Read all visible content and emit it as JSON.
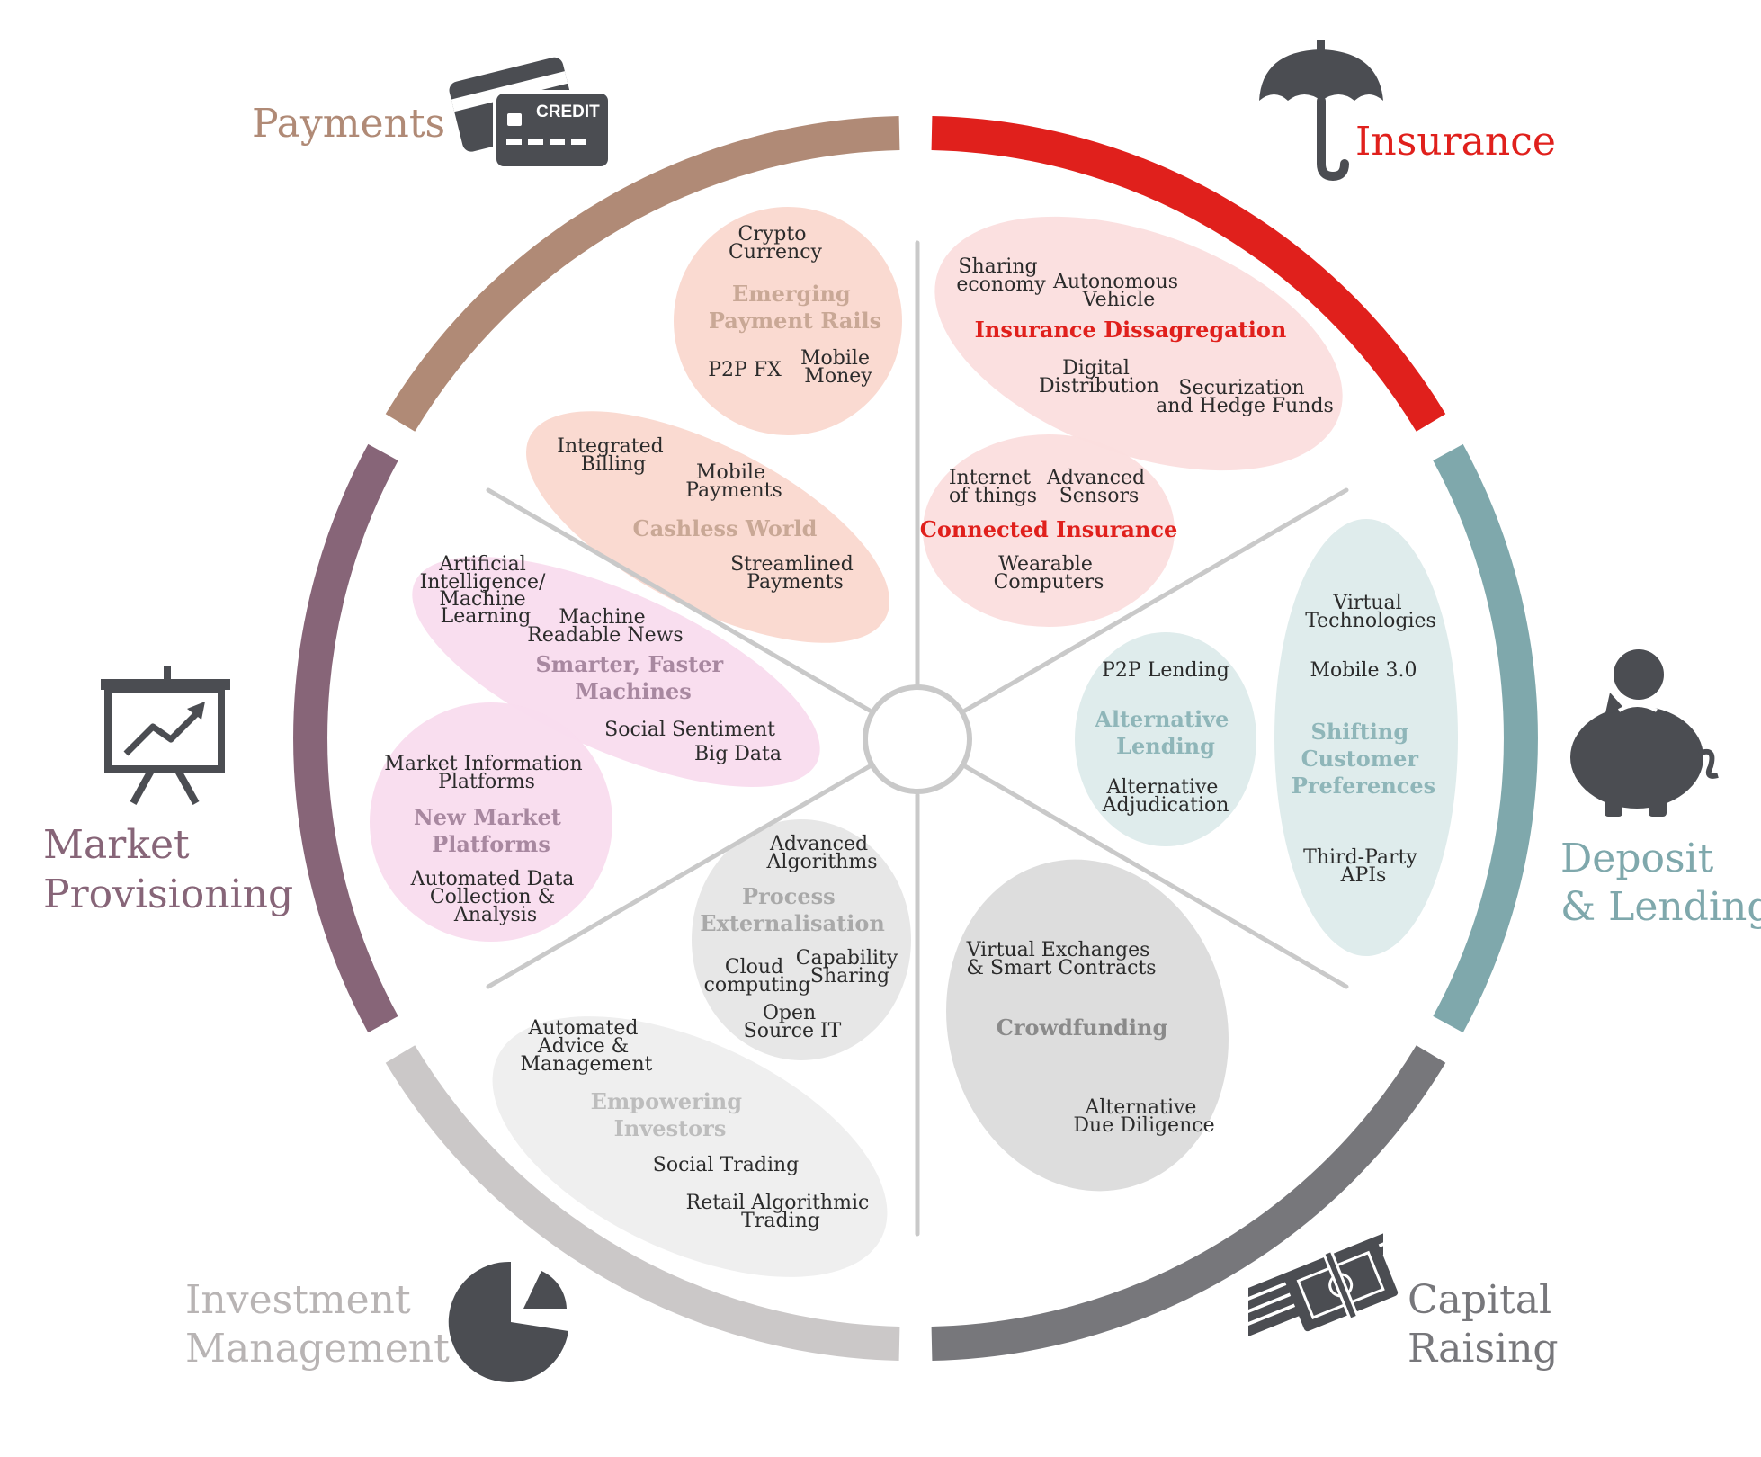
{
  "colors": {
    "payments": "#b08a76",
    "insurance": "#e0201c",
    "deposit_lending": "#7fa8ac",
    "capital_raising": "#77777b",
    "investment_management": "#cbc8c8",
    "market_provisioning": "#876578",
    "icon": "#4b4d52",
    "spoke": "#c9c9c9"
  },
  "sectors": {
    "payments": {
      "title": "Payments",
      "card_label": "CREDIT"
    },
    "insurance": {
      "title": "Insurance"
    },
    "deposit_lending": {
      "title_line1": "Deposit",
      "title_line2": "& Lending"
    },
    "capital_raising": {
      "title_line1": "Capital",
      "title_line2": "Raising"
    },
    "investment_management": {
      "title_line1": "Investment",
      "title_line2": "Management"
    },
    "market_provisioning": {
      "title_line1": "Market",
      "title_line2": "Provisioning"
    }
  },
  "groups": {
    "emerging_payment_rails": {
      "title_line1": "Emerging",
      "title_line2": "Payment Rails",
      "crypto_line1": "Crypto",
      "crypto_line2": "Currency",
      "p2p_fx": "P2P FX",
      "mobile_money_line1": "Mobile",
      "mobile_money_line2": "Money"
    },
    "cashless_world": {
      "title": "Cashless World",
      "billing_line1": "Integrated",
      "billing_line2": "Billing",
      "mobile_payments_line1": "Mobile",
      "mobile_payments_line2": "Payments",
      "streamlined_line1": "Streamlined",
      "streamlined_line2": "Payments"
    },
    "insurance_disaggregation": {
      "title": "Insurance Dissagregation",
      "sharing_line1": "Sharing",
      "sharing_line2": "economy",
      "autonomous_line1": "Autonomous",
      "autonomous_line2": "Vehicle",
      "digital_line1": "Digital",
      "digital_line2": "Distribution",
      "securization_line1": "Securization",
      "securization_line2": "and Hedge Funds"
    },
    "connected_insurance": {
      "title": "Connected Insurance",
      "iot_line1": "Internet",
      "iot_line2": "of things",
      "sensors_line1": "Advanced",
      "sensors_line2": "Sensors",
      "wearable_line1": "Wearable",
      "wearable_line2": "Computers"
    },
    "alternative_lending": {
      "title_line1": "Alternative",
      "title_line2": "Lending",
      "p2p_lending": "P2P Lending",
      "adjudication_line1": "Alternative",
      "adjudication_line2": "Adjudication"
    },
    "shifting_customer_preferences": {
      "title_line1": "Shifting",
      "title_line2": "Customer",
      "title_line3": "Preferences",
      "virtual_line1": "Virtual",
      "virtual_line2": "Technologies",
      "mobile3": "Mobile 3.0",
      "apis_line1": "Third-Party",
      "apis_line2": "APIs"
    },
    "crowdfunding": {
      "title": "Crowdfunding",
      "exchanges_line1": "Virtual Exchanges",
      "exchanges_line2": "& Smart Contracts",
      "diligence_line1": "Alternative",
      "diligence_line2": "Due Diligence"
    },
    "process_externalisation": {
      "title_line1": "Process",
      "title_line2": "Externalisation",
      "algorithms_line1": "Advanced",
      "algorithms_line2": "Algorithms",
      "cloud_line1": "Cloud",
      "cloud_line2": "computing",
      "capability_line1": "Capability",
      "capability_line2": "Sharing",
      "opensource_line1": "Open",
      "opensource_line2": "Source IT"
    },
    "empowering_investors": {
      "title_line1": "Empowering",
      "title_line2": "Investors",
      "advice_line1": "Automated",
      "advice_line2": "Advice &",
      "advice_line3": "Management",
      "social_trading": "Social Trading",
      "retail_line1": "Retail Algorithmic",
      "retail_line2": "Trading"
    },
    "smarter_faster_machines": {
      "title_line1": "Smarter, Faster",
      "title_line2": "Machines",
      "ai_line1": "Artificial",
      "ai_line2": "Intelligence/",
      "ai_line3": "Machine",
      "ai_line4": "Learning",
      "news_line1": "Machine",
      "news_line2": "Readable News",
      "sentiment_line1": "Social Sentiment",
      "sentiment_line2": "Big Data"
    },
    "new_market_platforms": {
      "title_line1": "New Market",
      "title_line2": "Platforms",
      "mip_line1": "Market Information",
      "mip_line2": "Platforms",
      "data_line1": "Automated Data",
      "data_line2": "Collection &",
      "data_line3": "Analysis"
    }
  }
}
